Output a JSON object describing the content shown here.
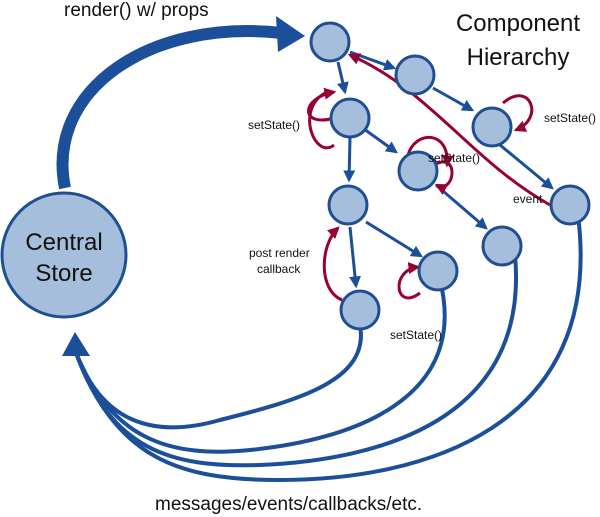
{
  "labels": {
    "render": "render() w/ props",
    "hierarchy_line1": "Component",
    "hierarchy_line2": "Hierarchy",
    "store_line1": "Central",
    "store_line2": "Store",
    "messages": "messages/events/callbacks/etc.",
    "setstate_left": "setState()",
    "setstate_mid": "setState()",
    "setstate_right": "setState()",
    "setstate_bottom": "setState()",
    "event": "event",
    "post_render_line1": "post render",
    "post_render_line2": "callback"
  },
  "colors": {
    "node_fill": "#a4bedc",
    "node_stroke": "#1f4f91",
    "blue_arrow": "#1c4f9a",
    "red_arrow": "#990033"
  }
}
